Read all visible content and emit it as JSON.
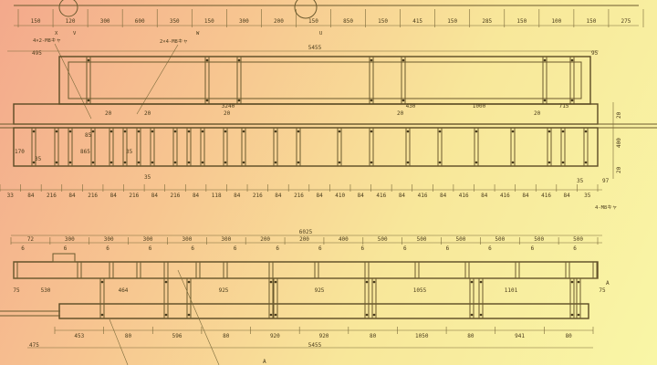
{
  "colors": {
    "bg_left": "#f3a98c",
    "bg_right": "#f9f6a6",
    "ink": "#4a3c1c"
  },
  "top_view": {
    "top_strip_dims": [
      "150",
      "120",
      "300",
      "600",
      "350",
      "150",
      "300",
      "200",
      "150",
      "850",
      "150",
      "415",
      "150",
      "285",
      "150",
      "100",
      "150",
      "275"
    ],
    "callout_left": "4×2-M8キャ",
    "callout_mid": "2×4-M8キャ",
    "overall_length": "5455",
    "left_offset": "495",
    "right_offset": "95",
    "inner_dims": [
      "3240",
      "430",
      "1000",
      "715"
    ],
    "small_20": [
      "20",
      "20",
      "20",
      "20",
      "20"
    ],
    "left_marks": [
      "85",
      "865",
      "35",
      "35",
      "170",
      "35"
    ],
    "right_marks": [
      "20",
      "400",
      "20",
      "35",
      "97"
    ],
    "bottom_strip_dims": [
      "33",
      "84",
      "216",
      "84",
      "216",
      "84",
      "216",
      "84",
      "216",
      "84",
      "118",
      "84",
      "216",
      "84",
      "216",
      "84",
      "410",
      "84",
      "416",
      "84",
      "416",
      "84",
      "416",
      "84",
      "416",
      "84",
      "416",
      "84",
      "35"
    ],
    "right_callout": "4-M8キャ"
  },
  "side_view": {
    "overall_length": "6025",
    "top_strip_dims": [
      "72",
      "300",
      "300",
      "300",
      "300",
      "300",
      "200",
      "200",
      "400",
      "500",
      "500",
      "500",
      "500",
      "500",
      "500"
    ],
    "six_marks": [
      "6",
      "6",
      "6",
      "6",
      "6",
      "6",
      "6",
      "6",
      "6",
      "6",
      "6",
      "6",
      "6",
      "6"
    ],
    "lower_marks": [
      "75",
      "530",
      "464",
      "925",
      "925",
      "1055",
      "1101",
      "75"
    ],
    "bottom_strip_dims": [
      "453",
      "80",
      "596",
      "80",
      "920",
      "920",
      "80",
      "1050",
      "80",
      "941",
      "80"
    ],
    "bottom_total": "5455",
    "left_offset": "475",
    "section_mark": "A"
  }
}
